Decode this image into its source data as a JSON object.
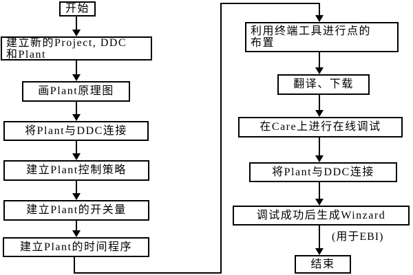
{
  "diagram": {
    "title": "Care/DDC engineering workflow flowchart",
    "colors": {
      "background": "#ffffff",
      "line": "#000000",
      "text": "#000000"
    },
    "nodes": {
      "start": {
        "label": "开始"
      },
      "create_project": {
        "lines": [
          "建立新的Project, DDC",
          "和Plant"
        ]
      },
      "draw_plant": {
        "label": "画Plant原理图"
      },
      "connect_plant_ddc_1": {
        "label": "将Plant与DDC连接"
      },
      "control_strategy": {
        "label": "建立Plant控制策略"
      },
      "switch_quantity": {
        "label": "建立Plant的开关量"
      },
      "time_program": {
        "label": "建立Plant的时间程序"
      },
      "terminal_tool": {
        "lines": [
          "利用终端工具进行点的",
          "布置"
        ]
      },
      "translate_download": {
        "label": "翻译、下载"
      },
      "online_debug": {
        "label": "在Care上进行在线调试"
      },
      "connect_plant_ddc_2": {
        "label": "将Plant与DDC连接"
      },
      "generate_winzard": {
        "label": "调试成功后生成Winzard"
      },
      "ebi_note": {
        "label": "(用于EBI)"
      },
      "end": {
        "label": "结束"
      }
    }
  }
}
